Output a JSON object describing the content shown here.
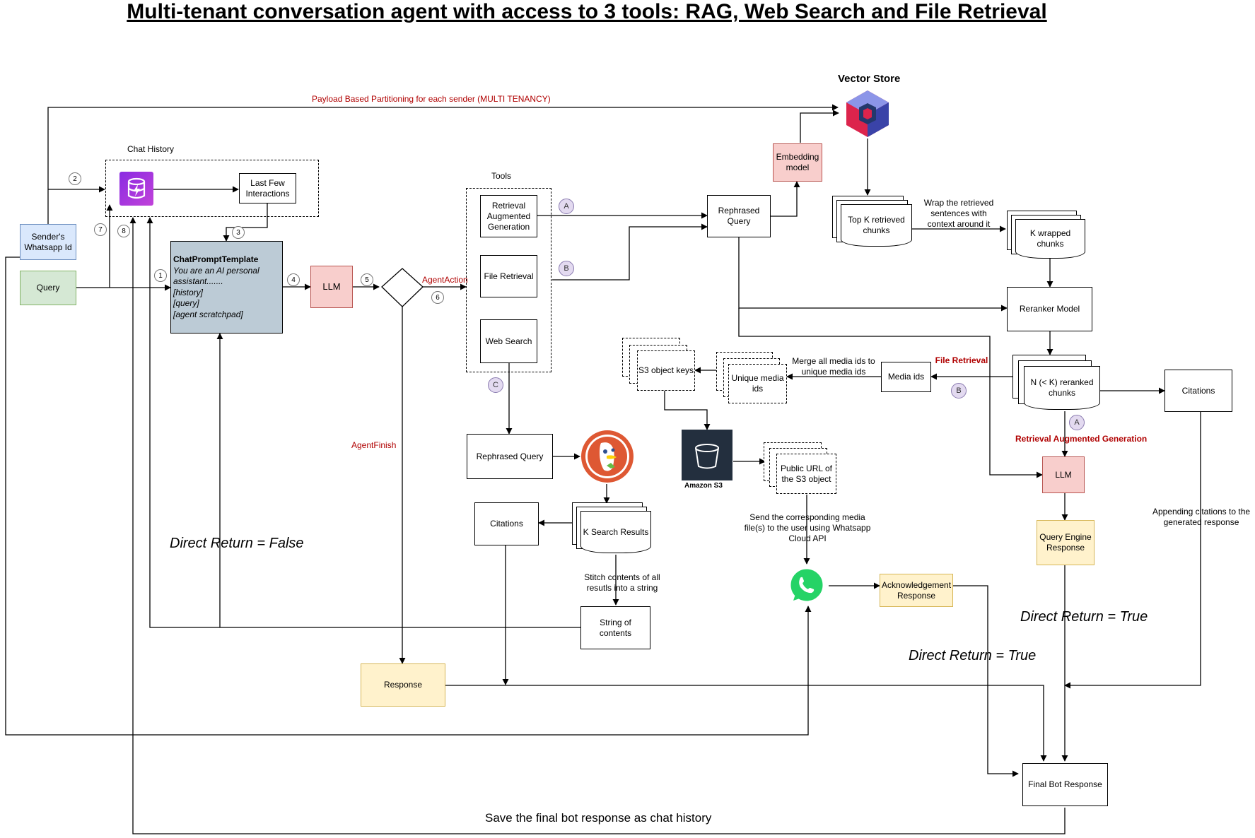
{
  "title": "Multi-tenant conversation agent with access to 3 tools: RAG, Web Search and File Retrieval",
  "colors": {
    "red_label": "#b00000",
    "llm_fill": "#f8cecc",
    "input_green": "#d5e8d4",
    "sender_blue": "#dae8fc",
    "response_yellow": "#fff2cc",
    "prompt_grey": "#bccbd6",
    "letter_purple": "#e3daf0"
  },
  "nodes": {
    "sender": "Sender's Whatsapp Id",
    "query": "Query",
    "chat_history_label": "Chat History",
    "last_few": "Last Few Interactions",
    "prompt_title": "ChatPromptTemplate",
    "prompt_lines": [
      "You are an AI personal assistant.......",
      "[history]",
      "[query]",
      "[agent scratchpad]"
    ],
    "llm_main": "LLM",
    "tools_label": "Tools",
    "tool_rag": "Retrieval Augmented Generation",
    "tool_file": "File Retrieval",
    "tool_web": "Web Search",
    "vector_store": "Vector Store",
    "embedding": "Embedding model",
    "rephrased_top": "Rephrased Query",
    "topk": "Top K retrieved chunks",
    "kwrapped": "K wrapped chunks",
    "reranker": "Reranker Model",
    "nreranked": "N (< K) reranked chunks",
    "citations_right": "Citations",
    "media_ids": "Media ids",
    "unique_media": "Unique media ids",
    "s3_keys": "S3 object keys",
    "amazon_s3": "Amazon S3",
    "public_url": "Public URL of the S3 object",
    "ack": "Acknowledgement Response",
    "llm_rag": "LLM",
    "qe_response": "Query Engine Response",
    "rephrased_web": "Rephrased Query",
    "ksearch": "K Search Results",
    "citations_web": "Citations",
    "string_contents": "String of contents",
    "response": "Response",
    "final": "Final Bot Response"
  },
  "labels": {
    "payload": "Payload Based Partitioning for each sender (MULTI TENANCY)",
    "agent_action": "AgentAction",
    "agent_finish": "AgentFinish",
    "wrap": "Wrap the retrieved sentences with context around it",
    "merge": "Merge all media ids to unique media ids",
    "file_retrieval": "File Retrieval",
    "rag": "Retrieval Augmented Generation",
    "appending": "Appending citations to the generated response",
    "send_media": "Send the corresponding media file(s) to the user using Whatsapp Cloud API",
    "stitch": "Stitch contents of all resutls into a string",
    "direct_false": "Direct Return = False",
    "direct_true_1": "Direct Return = True",
    "direct_true_2": "Direct Return = True",
    "save_history": "Save the final bot response as chat history"
  },
  "steps": [
    "1",
    "2",
    "3",
    "4",
    "5",
    "6",
    "7",
    "8"
  ],
  "letters": {
    "a1": "A",
    "b1": "B",
    "c": "C",
    "b2": "B",
    "a2": "A"
  },
  "icons": {
    "dynamodb": "dynamodb-icon",
    "qdrant": "qdrant-icon",
    "duckduckgo": "duckduckgo-icon",
    "s3": "amazon-s3-icon",
    "whatsapp": "whatsapp-icon"
  }
}
